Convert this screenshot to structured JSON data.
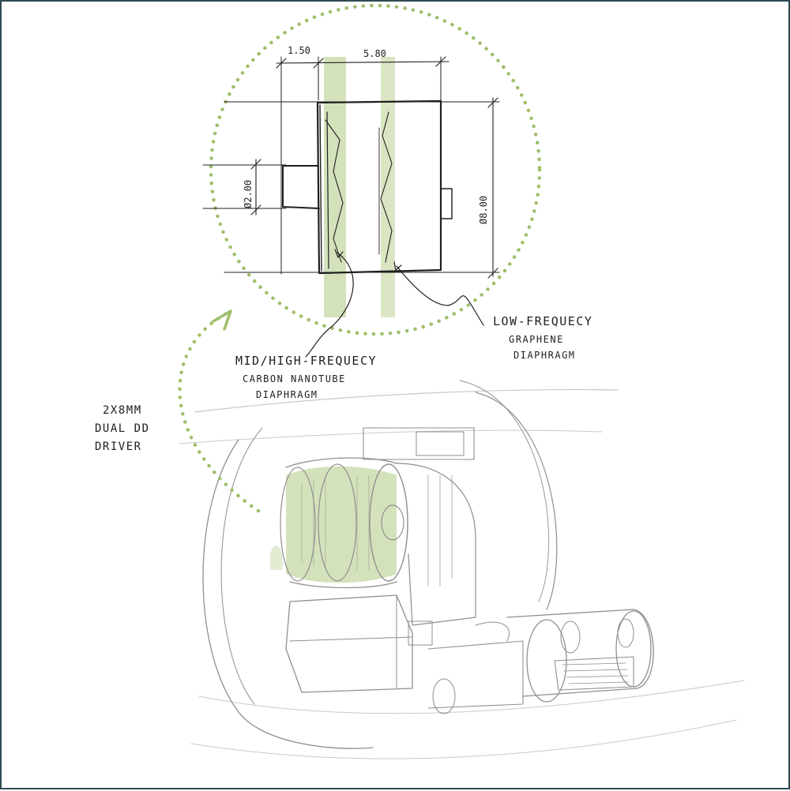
{
  "dimensions": {
    "top_left": "1.50",
    "top_right": "5.80",
    "shaft_diameter": "Ø2.00",
    "body_diameter": "Ø8.00"
  },
  "callouts": {
    "mid_high": [
      "MID/HIGH-FREQUECY",
      "CARBON NANOTUBE",
      "DIAPHRAGM"
    ],
    "low": [
      "LOW-FREQUECY",
      "GRAPHENE",
      "DIAPHRAGM"
    ],
    "driver": [
      "2X8MM",
      "DUAL DD",
      "DRIVER"
    ]
  },
  "colors": {
    "accent_green": "#9fbf6a",
    "dotted_circle": "#9fbf6a",
    "ink": "#1f1f1f",
    "pencil": "#8f8f8f",
    "frame": "#2f4a52"
  }
}
